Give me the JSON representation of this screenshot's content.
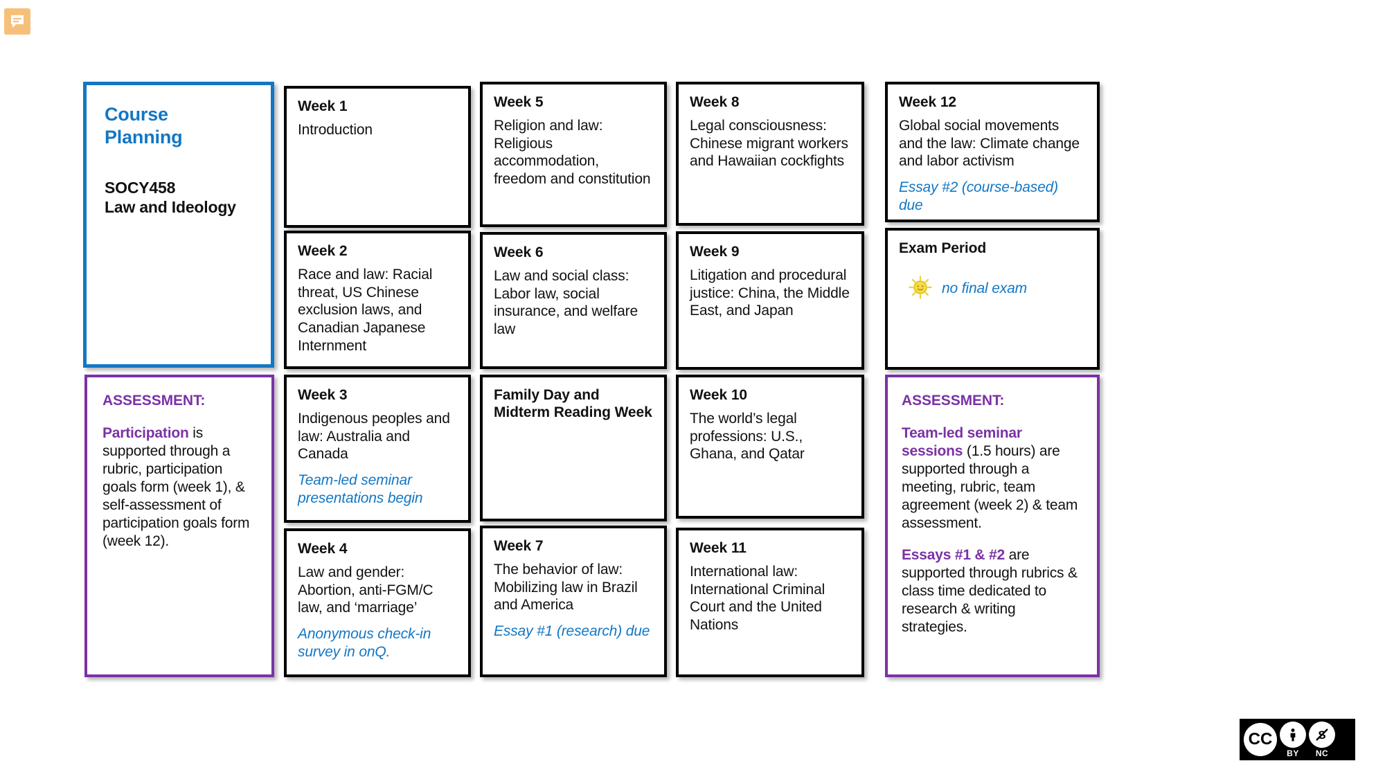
{
  "icons": {
    "comment": "comment-icon",
    "sun": "sun-icon"
  },
  "colors": {
    "accent_blue": "#1277c4",
    "accent_purple": "#7a32a5",
    "card_border": "#000000",
    "comment_icon_bg": "#f7c07a",
    "sun_yellow": "#f2d33c"
  },
  "course_card": {
    "heading_line1": "Course",
    "heading_line2": "Planning",
    "code": "SOCY458",
    "title": "Law and Ideology"
  },
  "assessment_left": {
    "heading": "ASSESSMENT:",
    "paragraphs": [
      {
        "emphasis": "Participation",
        "text": " is supported through a rubric, participation goals form (week 1), & self-assessment of participation goals form (week 12)."
      }
    ]
  },
  "assessment_right": {
    "heading": "ASSESSMENT:",
    "paragraphs": [
      {
        "emphasis": "Team-led seminar sessions",
        "text": " (1.5 hours) are supported through a meeting, rubric, team agreement (week 2) & team assessment."
      },
      {
        "emphasis": "Essays #1 & #2",
        "text": " are supported through rubrics & class time dedicated to research & writing strategies."
      }
    ]
  },
  "weeks": {
    "w1": {
      "title": "Week 1",
      "body": "Introduction",
      "note": ""
    },
    "w2": {
      "title": "Week 2",
      "body": "Race and law: Racial threat, US Chinese exclusion laws, and Canadian Japanese Internment",
      "note": ""
    },
    "w3": {
      "title": "Week 3",
      "body": "Indigenous peoples and law: Australia and Canada",
      "note": "Team-led seminar presentations begin"
    },
    "w4": {
      "title": "Week 4",
      "body": "Law and gender: Abortion, anti-FGM/C law, and ‘marriage’",
      "note": "Anonymous check-in survey in onQ."
    },
    "w5": {
      "title": "Week 5",
      "body": "Religion and law: Religious accommodation, freedom and constitution",
      "note": ""
    },
    "w6": {
      "title": "Week 6",
      "body": "Law and social class: Labor law, social insurance, and welfare law",
      "note": ""
    },
    "fam": {
      "title": "Family Day and Midterm Reading Week",
      "body": "",
      "note": ""
    },
    "w7": {
      "title": "Week 7",
      "body": "The behavior of law: Mobilizing law in Brazil and America",
      "note": "Essay #1 (research) due"
    },
    "w8": {
      "title": "Week 8",
      "body": "Legal consciousness: Chinese migrant workers and Hawaiian cockfights",
      "note": ""
    },
    "w9": {
      "title": "Week 9",
      "body": "Litigation and procedural justice: China, the Middle East, and Japan",
      "note": ""
    },
    "w10": {
      "title": "Week 10",
      "body": "The world’s legal professions: U.S., Ghana, and Qatar",
      "note": ""
    },
    "w11": {
      "title": "Week 11",
      "body": "International law: International Criminal Court and the United Nations",
      "note": ""
    },
    "w12": {
      "title": "Week 12",
      "body": "Global social movements and the law: Climate change and labor activism",
      "note": "Essay #2 (course-based) due"
    },
    "exam": {
      "title": "Exam Period",
      "body": "",
      "note": "no final exam"
    }
  },
  "license": {
    "mark": "CC",
    "by_label": "BY",
    "nc_label": "NC"
  }
}
